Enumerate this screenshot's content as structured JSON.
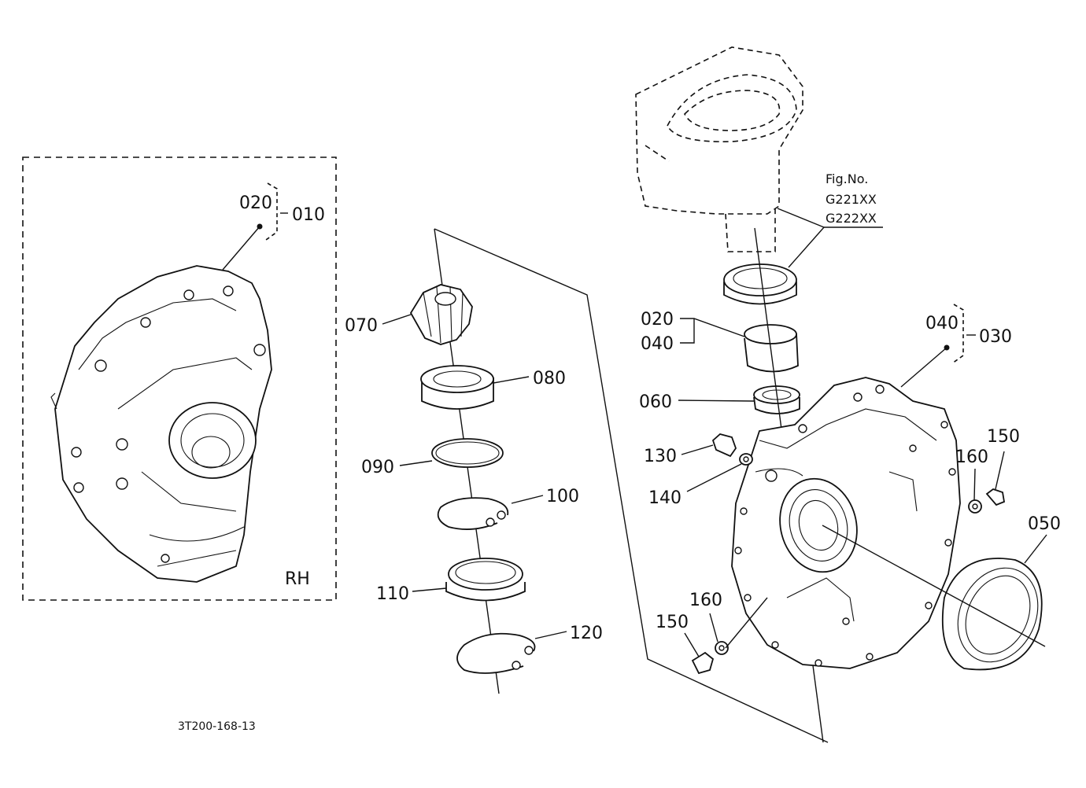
{
  "labels": {
    "p010": "010",
    "p020_rh": "020",
    "rh": "RH",
    "p070": "070",
    "p080": "080",
    "p090": "090",
    "p100": "100",
    "p110": "110",
    "p120": "120",
    "fig_no": "Fig.No.",
    "fig_ref_1": "G221XX",
    "fig_ref_2": "G222XX",
    "p020": "020",
    "p040": "040",
    "p060": "060",
    "p040_right": "040",
    "p030": "030",
    "p130": "130",
    "p140": "140",
    "p160_right": "160",
    "p150_right": "150",
    "p050": "050",
    "p160_bottom": "160",
    "p150_bottom": "150",
    "drawing_code": "3T200-168-13"
  }
}
